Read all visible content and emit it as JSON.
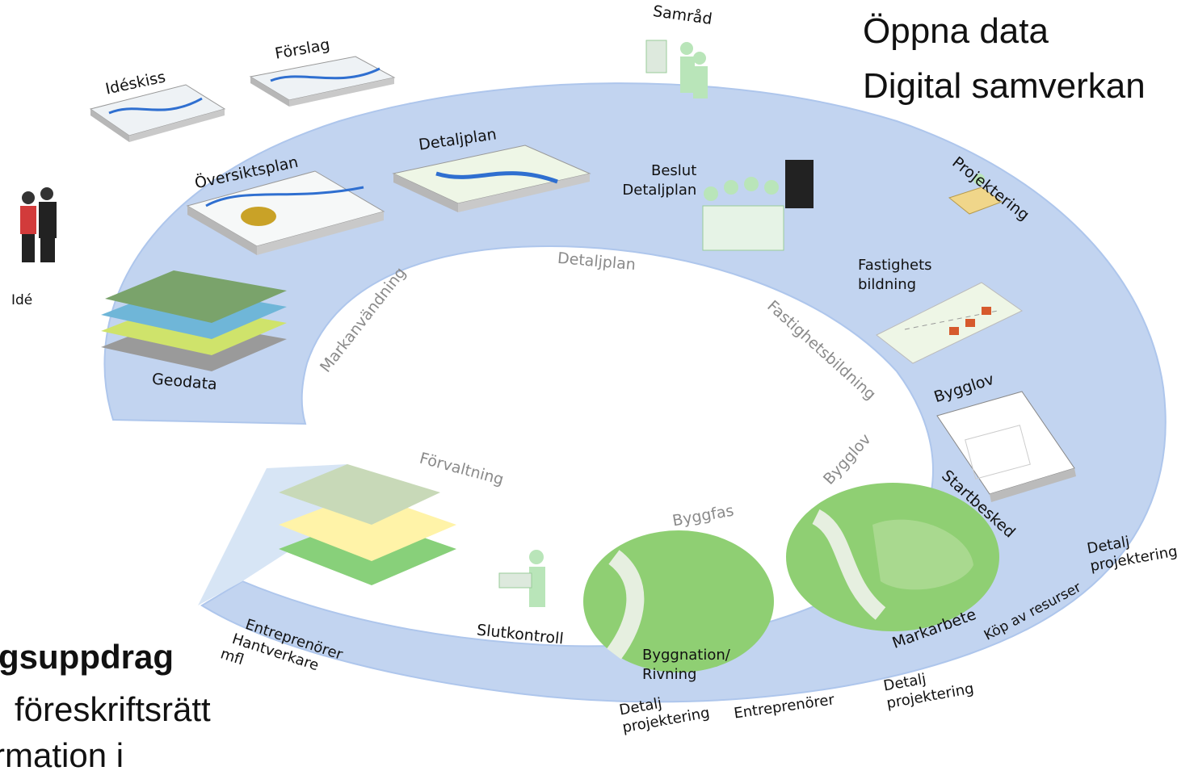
{
  "header": {
    "line1": "Öppna data",
    "line2": "Digital samverkan"
  },
  "bottom_left": {
    "title": "gsuppdrag",
    "line1": "föreskriftsrätt",
    "line2": "rmation i"
  },
  "steps": {
    "ide": "Idé",
    "ideskiss": "Idéskiss",
    "forslag": "Förslag",
    "samrad": "Samråd",
    "oversiktsplan": "Översiktsplan",
    "detaljplan": "Detaljplan",
    "beslut_line1": "Beslut",
    "beslut_line2": "Detaljplan",
    "projektering": "Projektering",
    "fastighets_line1": "Fastighets",
    "fastighets_line2": "bildning",
    "geodata": "Geodata",
    "bygglov": "Bygglov",
    "startbesked": "Startbesked",
    "markarbete": "Markarbete",
    "byggnation_line1": "Byggnation/",
    "byggnation_line2": "Rivning",
    "slutkontroll": "Slutkontroll",
    "entreprenorer_line1": "Entreprenörer",
    "entreprenorer_line2": "Hantverkare",
    "entreprenorer_line3": "mfl",
    "entreprenorer_bottom": "Entreprenörer",
    "detalj_right_line1": "Detalj",
    "detalj_right_line2": "projektering",
    "detalj_bottom_left_line1": "Detalj",
    "detalj_bottom_left_line2": "projektering",
    "detalj_bottom_right_line1": "Detalj",
    "detalj_bottom_right_line2": "projektering",
    "kop_av_resurser": "Köp av resurser"
  },
  "ring_phases": {
    "markanvandning": "Markanvändning",
    "detaljplan": "Detaljplan",
    "fastighetsbildning": "Fastighetsbildning",
    "bygglov": "Bygglov",
    "byggfas": "Byggfas",
    "forvaltning": "Förvaltning"
  },
  "colors": {
    "ring": "#c2d4f0",
    "ring_edge": "#aec6ec",
    "fill_light": "#e3ecf9",
    "green_area": "#8fcf73",
    "figure": "#b9e5b9"
  }
}
